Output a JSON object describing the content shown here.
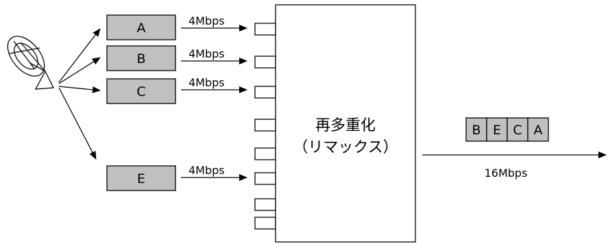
{
  "colors": {
    "stream_box_fill": "#c0c0c0",
    "line": "#000000",
    "background": "#ffffff"
  },
  "icons": {
    "antenna": "satellite-dish-icon"
  },
  "input_streams": [
    {
      "label": "A",
      "rate": "4Mbps"
    },
    {
      "label": "B",
      "rate": "4Mbps"
    },
    {
      "label": "C",
      "rate": "4Mbps"
    },
    {
      "label": "E",
      "rate": "4Mbps"
    }
  ],
  "remux": {
    "line1": "再多重化",
    "line2": "（リマックス）"
  },
  "output": {
    "packets": [
      "B",
      "E",
      "C",
      "A"
    ],
    "rate": "16Mbps"
  }
}
